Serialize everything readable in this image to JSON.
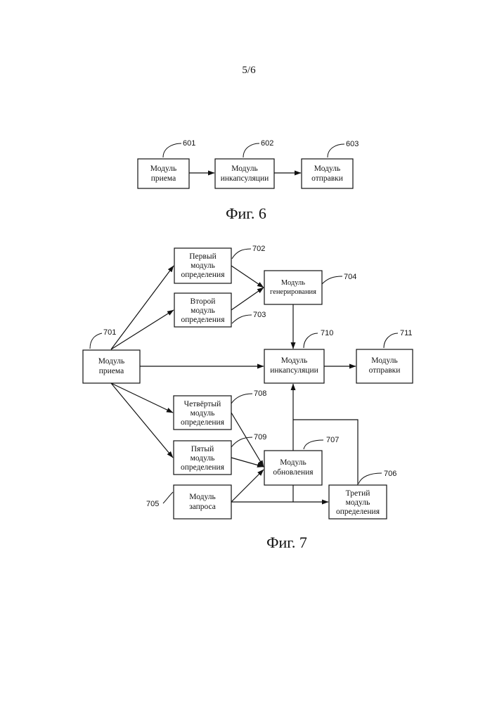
{
  "page_number": "5/6",
  "fig6": {
    "caption": "Фиг. 6",
    "m601": {
      "ref": "601",
      "line1": "Модуль",
      "line2": "приема"
    },
    "m602": {
      "ref": "602",
      "line1": "Модуль",
      "line2": "инкапсуляции"
    },
    "m603": {
      "ref": "603",
      "line1": "Модуль",
      "line2": "отправки"
    }
  },
  "fig7": {
    "caption": "Фиг. 7",
    "m701": {
      "ref": "701",
      "line1": "Модуль",
      "line2": "приема"
    },
    "m702": {
      "ref": "702",
      "line1": "Первый",
      "line2": "модуль",
      "line3": "определения"
    },
    "m703": {
      "ref": "703",
      "line1": "Второй",
      "line2": "модуль",
      "line3": "определения"
    },
    "m704": {
      "ref": "704",
      "line1": "Модуль",
      "line2": "генерирования"
    },
    "m705": {
      "ref": "705",
      "line1": "Модуль",
      "line2": "запроса"
    },
    "m706": {
      "ref": "706",
      "line1": "Третий",
      "line2": "модуль",
      "line3": "определения"
    },
    "m707": {
      "ref": "707",
      "line1": "Модуль",
      "line2": "обновления"
    },
    "m708": {
      "ref": "708",
      "line1": "Четвёртый",
      "line2": "модуль",
      "line3": "определения"
    },
    "m709": {
      "ref": "709",
      "line1": "Пятый",
      "line2": "модуль",
      "line3": "определения"
    },
    "m710": {
      "ref": "710",
      "line1": "Модуль",
      "line2": "инкапсуляции"
    },
    "m711": {
      "ref": "711",
      "line1": "Модуль",
      "line2": "отправки"
    }
  }
}
